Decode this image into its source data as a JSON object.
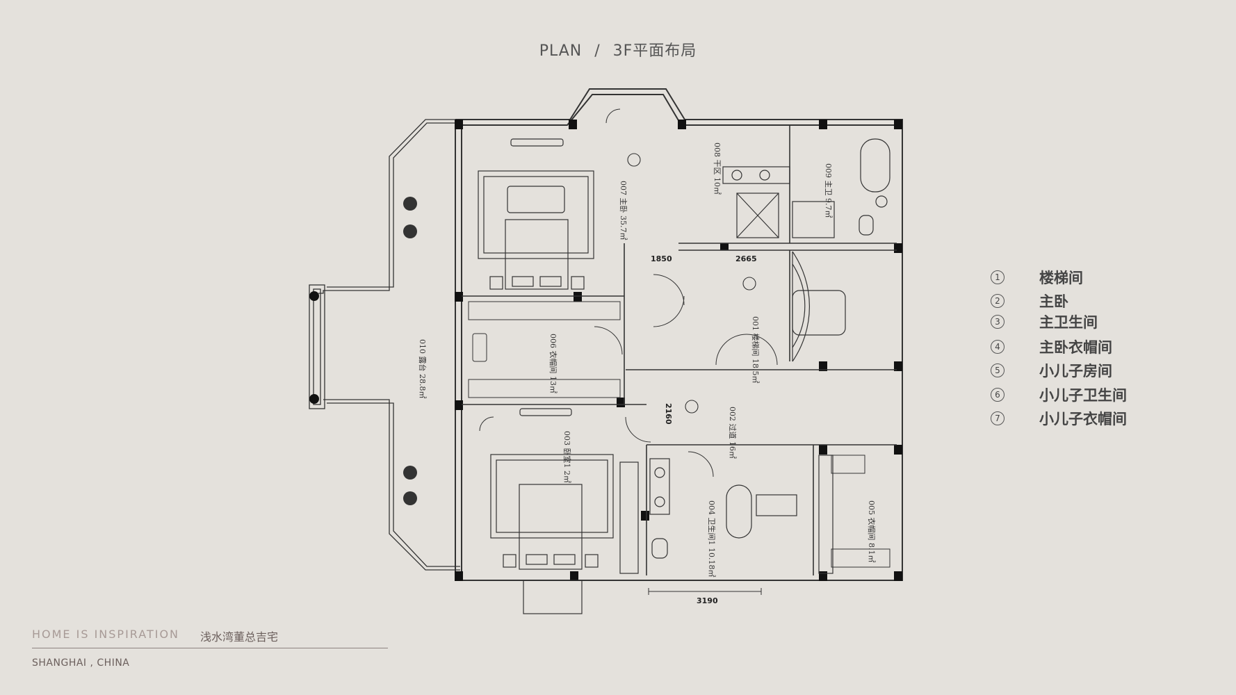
{
  "header": {
    "plan_label": "PLAN",
    "separator": "/",
    "plan_title": "3F平面布局"
  },
  "legend": [
    {
      "num": "1",
      "label": "楼梯间"
    },
    {
      "num": "2",
      "label": "主卧"
    },
    {
      "num": "3",
      "label": "主卫生间"
    },
    {
      "num": "4",
      "label": "主卧衣帽间"
    },
    {
      "num": "5",
      "label": "小儿子房间"
    },
    {
      "num": "6",
      "label": "小儿子卫生间"
    },
    {
      "num": "7",
      "label": "小儿子衣帽间"
    }
  ],
  "plan": {
    "dimensions": [
      "1850",
      "2665",
      "2160",
      "3190"
    ],
    "rooms": [
      {
        "code": "001",
        "name": "楼梯间",
        "area": "18.5㎡"
      },
      {
        "code": "002",
        "name": "过道",
        "area": "16㎡"
      },
      {
        "code": "003",
        "name": "卧室1",
        "area": "2㎡"
      },
      {
        "code": "004",
        "name": "卫生间1",
        "area": "10.18㎡"
      },
      {
        "code": "005",
        "name": "衣帽间",
        "area": "8.1㎡"
      },
      {
        "code": "006",
        "name": "衣帽间",
        "area": "13㎡"
      },
      {
        "code": "007",
        "name": "主卧",
        "area": "35.7㎡"
      },
      {
        "code": "008",
        "name": "干区",
        "area": "10㎡"
      },
      {
        "code": "009",
        "name": "主卫",
        "area": "9.7㎡"
      },
      {
        "code": "010",
        "name": "露台",
        "area": "28.8㎡"
      }
    ]
  },
  "footer": {
    "tagline": "HOME IS INSPIRATION",
    "project": "浅水湾董总吉宅",
    "location": "SHANGHAI , CHINA"
  },
  "colors": {
    "background": "#e4e1dc",
    "line": "#333333",
    "wall_fill": "#111111"
  }
}
